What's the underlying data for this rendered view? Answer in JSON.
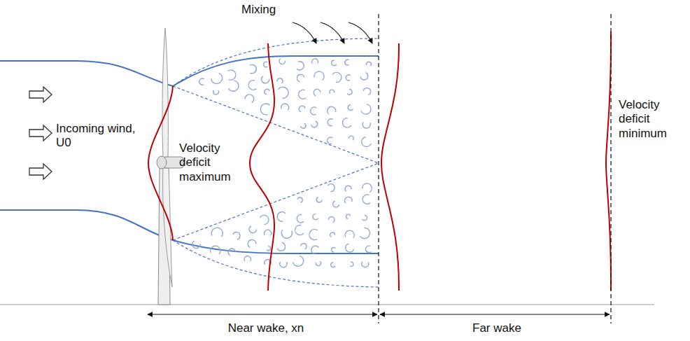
{
  "diagram": {
    "labels": [
      "Mixing",
      "Incoming wind, U0",
      "Velocity deficit maximum",
      "Near wake, xn",
      "Far wake",
      "Velocity deficit minimum"
    ]
  }
}
